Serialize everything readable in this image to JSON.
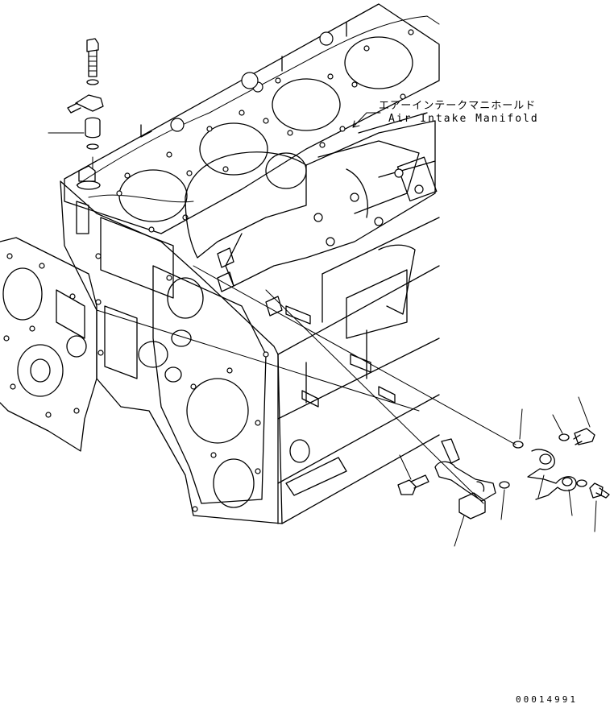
{
  "callout": {
    "label_jp": "エアーインテークマニホールド",
    "label_en": "Air Intake Manifold"
  },
  "drawing_number": "00014991",
  "colors": {
    "line": "#000000",
    "background": "#ffffff"
  }
}
